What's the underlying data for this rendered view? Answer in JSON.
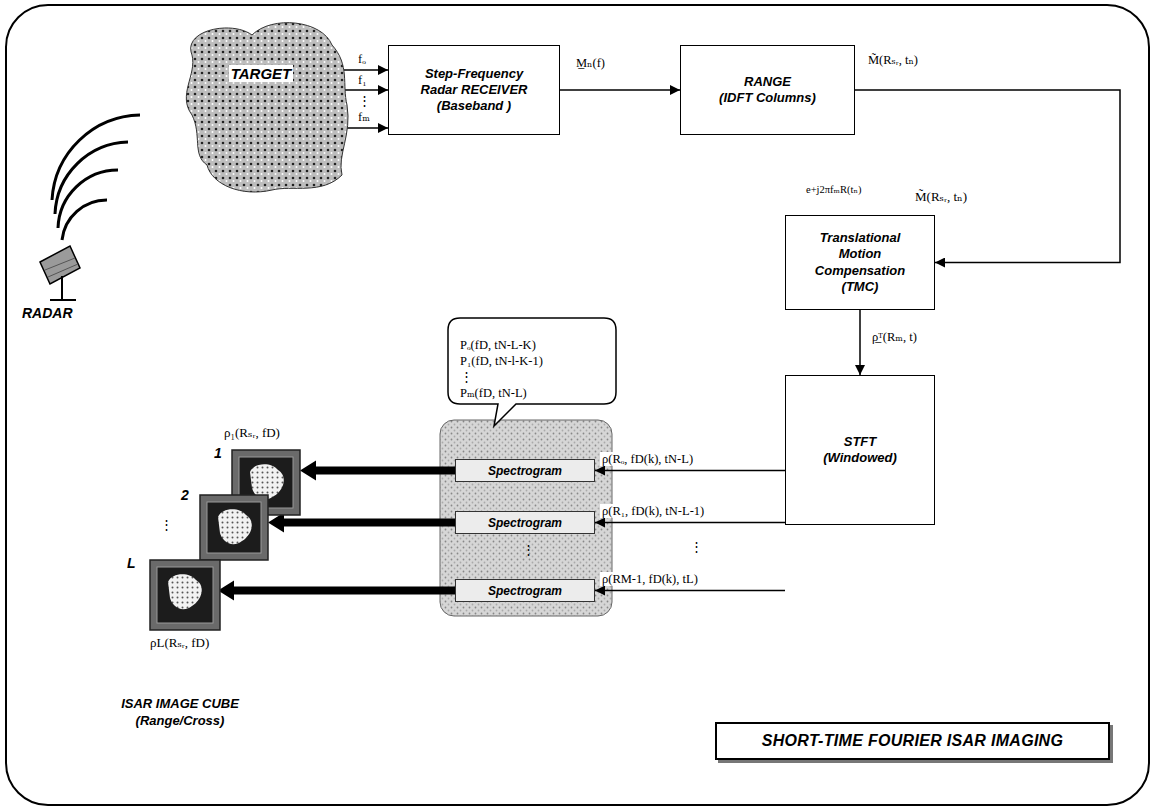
{
  "diagram": {
    "title": "SHORT-TIME FOURIER ISAR IMAGING",
    "nodes": [
      {
        "text": [
          "TARGET"
        ]
      },
      {
        "text": [
          "Step-Frequency Radar RECEIVER (Baseband )"
        ]
      },
      {
        "text": [
          "RANGE",
          "(IDFT Columns)"
        ]
      },
      {
        "text": [
          "Translational Motion Compensation (TMC)"
        ]
      },
      {
        "text": [
          "STFT",
          "(Windowed)"
        ]
      },
      {
        "text": [
          "Pₒ(fD, tN-L-K)",
          "P₁(fD, tN-l-K-1)",
          "⋮",
          "Pₘ(fD, tN-L)"
        ]
      },
      {
        "text": [
          "Spectrogram"
        ]
      },
      {
        "text": [
          "Spectrogram"
        ]
      },
      {
        "text": [
          "Spectrogram"
        ]
      },
      {
        "text": [
          "ISAR IMAGE CUBE (Range/Cross)"
        ]
      }
    ],
    "edges": [
      {
        "from": 0,
        "to": 1,
        "arrow": "to",
        "label": "fₒ"
      },
      {
        "from": 0,
        "to": 1,
        "arrow": "to",
        "label": "f₁"
      },
      {
        "from": 0,
        "to": 1,
        "arrow": "to",
        "label": "fₘ"
      },
      {
        "from": 1,
        "to": 2,
        "arrow": "to",
        "label": "M̲ₙ(f)"
      },
      {
        "from": 2,
        "to": 3,
        "arrow": "to",
        "label": "M̃(Rₛᵣ, tₙ)"
      },
      {
        "from": 3,
        "to": 4,
        "arrow": "to",
        "label": "ρ̲ᵀ(Rₘ, t)"
      },
      {
        "from": 4,
        "to": 6,
        "arrow": "to",
        "label": "ρ(Rₒ, fD(k), tN-L)"
      },
      {
        "from": 4,
        "to": 7,
        "arrow": "to",
        "label": "ρ(R₁, fD(k), tN-L-1)"
      },
      {
        "from": 4,
        "to": 8,
        "arrow": "to",
        "label": "ρ(RM-1, fD(k), tL)"
      },
      {
        "from": 6,
        "to": 9,
        "arrow": "to"
      },
      {
        "from": 7,
        "to": 9,
        "arrow": "to"
      },
      {
        "from": 8,
        "to": 9,
        "arrow": "to"
      }
    ],
    "labels": [
      "RADAR",
      "⋮",
      "e+j2πfₘR(tₙ)",
      "M̃(Rₛᵣ, tₙ)",
      "⋮",
      "⋮",
      "ρ₁(Rₛᵣ, fD)",
      "1",
      "2",
      "⋮",
      "L",
      "ρL(Rₛᵣ, fD)"
    ]
  }
}
